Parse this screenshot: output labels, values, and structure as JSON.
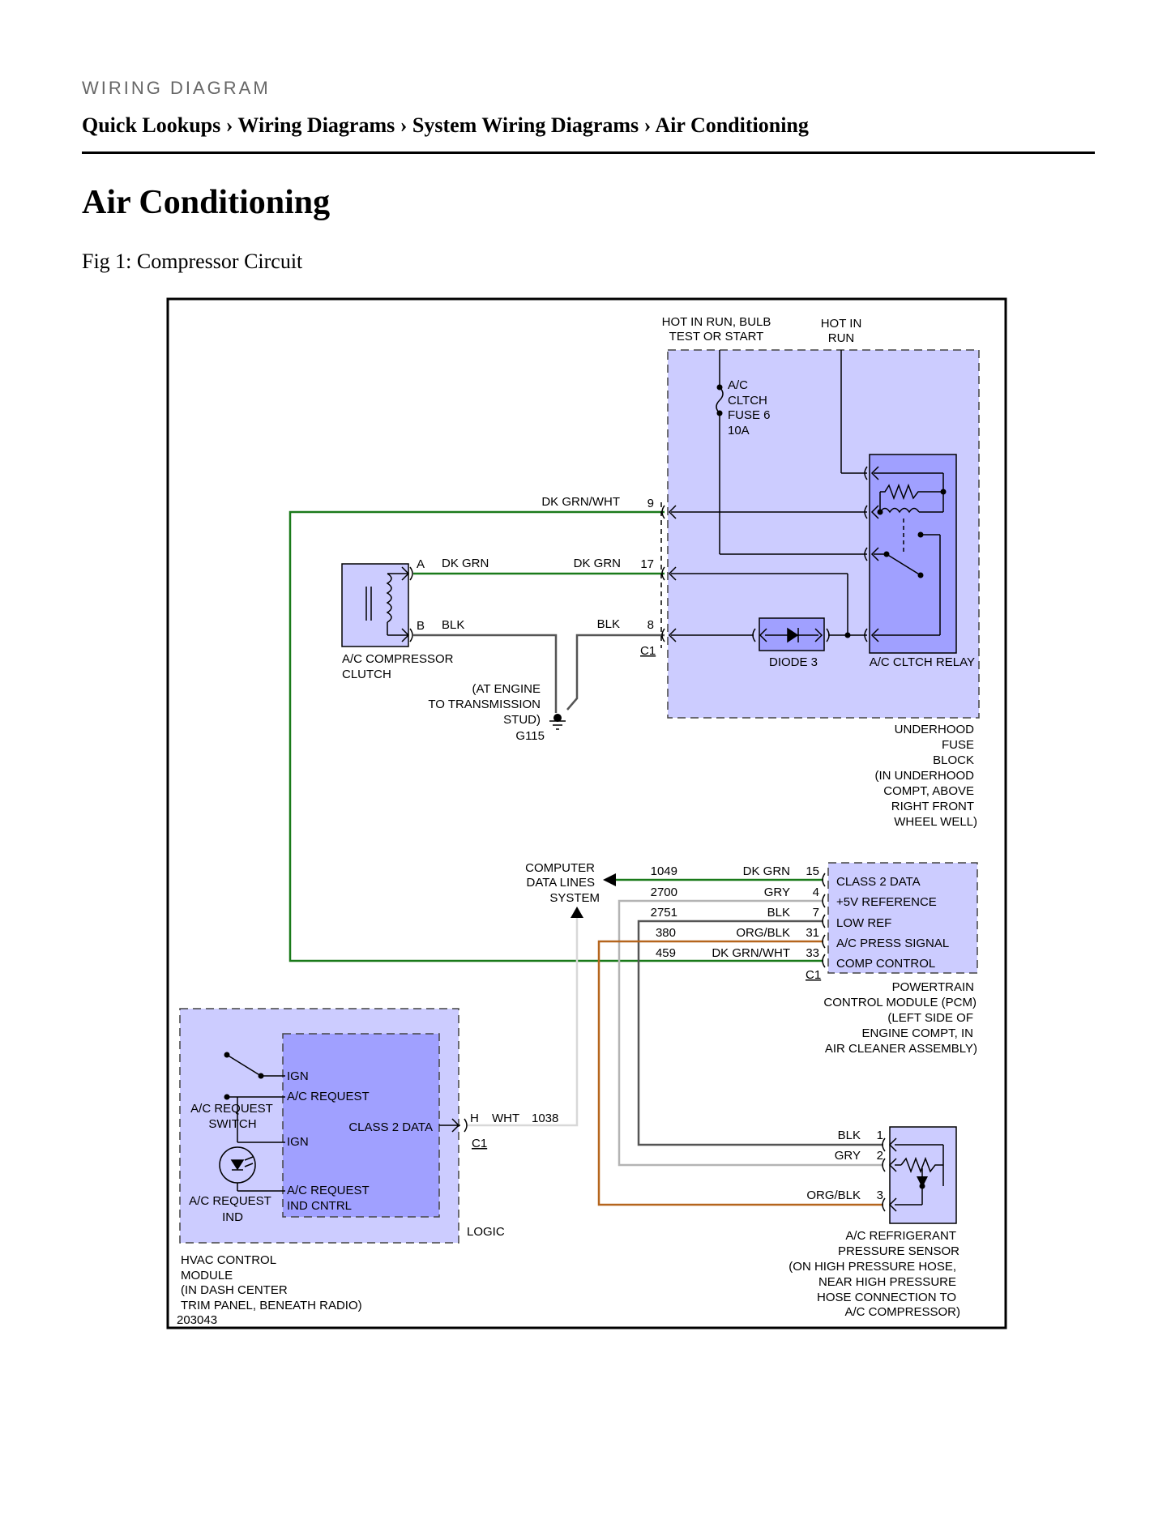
{
  "header": {
    "kicker": "WIRING DIAGRAM",
    "breadcrumb": "Quick Lookups › Wiring Diagrams › System Wiring Diagrams › Air Conditioning",
    "title": "Air Conditioning",
    "figure_caption": "Fig 1: Compressor Circuit"
  },
  "diagram": {
    "hot_run_start": [
      "HOT IN RUN, BULB",
      "TEST OR START"
    ],
    "hot_run": [
      "HOT IN",
      "RUN"
    ],
    "fuse": [
      "A/C",
      "CLTCH",
      "FUSE 6",
      "10A"
    ],
    "ufb_wires": [
      {
        "color": "DK GRN/WHT",
        "pin": "9"
      },
      {
        "color": "DK GRN",
        "pin": "17"
      },
      {
        "color": "BLK",
        "pin": "8"
      }
    ],
    "ufb_connector": "C1",
    "clutch_pins": [
      {
        "pin": "A",
        "color": "DK GRN"
      },
      {
        "pin": "B",
        "color": "BLK"
      }
    ],
    "clutch_label": [
      "A/C COMPRESSOR",
      "CLUTCH"
    ],
    "ground_label": [
      "(AT ENGINE",
      "TO TRANSMISSION",
      "STUD)",
      "G115"
    ],
    "diode_label": "DIODE 3",
    "relay_label": "A/C CLTCH RELAY",
    "ufb_label": [
      "UNDERHOOD",
      "FUSE",
      "BLOCK",
      "(IN UNDERHOOD",
      "COMPT, ABOVE",
      "RIGHT FRONT",
      "WHEEL WELL)"
    ],
    "cdl_label": [
      "COMPUTER",
      "DATA LINES",
      "SYSTEM"
    ],
    "pcm_wires": [
      {
        "circuit": "1049",
        "color": "DK GRN",
        "pin": "15",
        "function": "CLASS 2 DATA",
        "hex": "#1a7a1a"
      },
      {
        "circuit": "2700",
        "color": "GRY",
        "pin": "4",
        "function": "+5V REFERENCE",
        "hex": "#b4b4b4"
      },
      {
        "circuit": "2751",
        "color": "BLK",
        "pin": "7",
        "function": "LOW REF",
        "hex": "#555555"
      },
      {
        "circuit": "380",
        "color": "ORG/BLK",
        "pin": "31",
        "function": "A/C PRESS SIGNAL",
        "hex": "#b5651d"
      },
      {
        "circuit": "459",
        "color": "DK GRN/WHT",
        "pin": "33",
        "function": "COMP CONTROL",
        "hex": "#1a7a1a"
      }
    ],
    "pcm_connector": "C1",
    "pcm_label": [
      "POWERTRAIN",
      "CONTROL MODULE (PCM)",
      "(LEFT SIDE OF",
      "ENGINE COMPT, IN",
      "AIR CLEANER ASSEMBLY)"
    ],
    "hvac_inner": [
      "IGN",
      "A/C REQUEST",
      "IGN",
      "A/C REQUEST",
      "IND CNTRL",
      "CLASS 2 DATA"
    ],
    "hvac_connector": {
      "pin": "H",
      "color": "WHT",
      "circuit": "1038",
      "connector": "C1"
    },
    "switch_label": [
      "A/C REQUEST",
      "SWITCH"
    ],
    "ind_label": [
      "A/C REQUEST",
      "IND"
    ],
    "logic_label": "LOGIC",
    "hvac_label": [
      "HVAC CONTROL",
      "MODULE",
      "(IN DASH CENTER",
      "TRIM PANEL, BENEATH RADIO)"
    ],
    "sensor_wires": [
      {
        "color": "BLK",
        "pin": "1"
      },
      {
        "color": "GRY",
        "pin": "2"
      },
      {
        "color": "ORG/BLK",
        "pin": "3"
      }
    ],
    "sensor_label": [
      "A/C REFRIGERANT",
      "PRESSURE SENSOR",
      "(ON HIGH PRESSURE HOSE,",
      "NEAR HIGH PRESSURE",
      "HOSE CONNECTION TO",
      "A/C COMPRESSOR)"
    ],
    "ref_number": "203043",
    "colors": {
      "module_fill": "#ccccff",
      "inner_fill": "#a0a0ff",
      "dk_grn": "#1a7a1a",
      "blk": "#555555",
      "gry": "#b4b4b4",
      "wht": "#d8d8d8",
      "org_blk": "#b5651d"
    }
  }
}
